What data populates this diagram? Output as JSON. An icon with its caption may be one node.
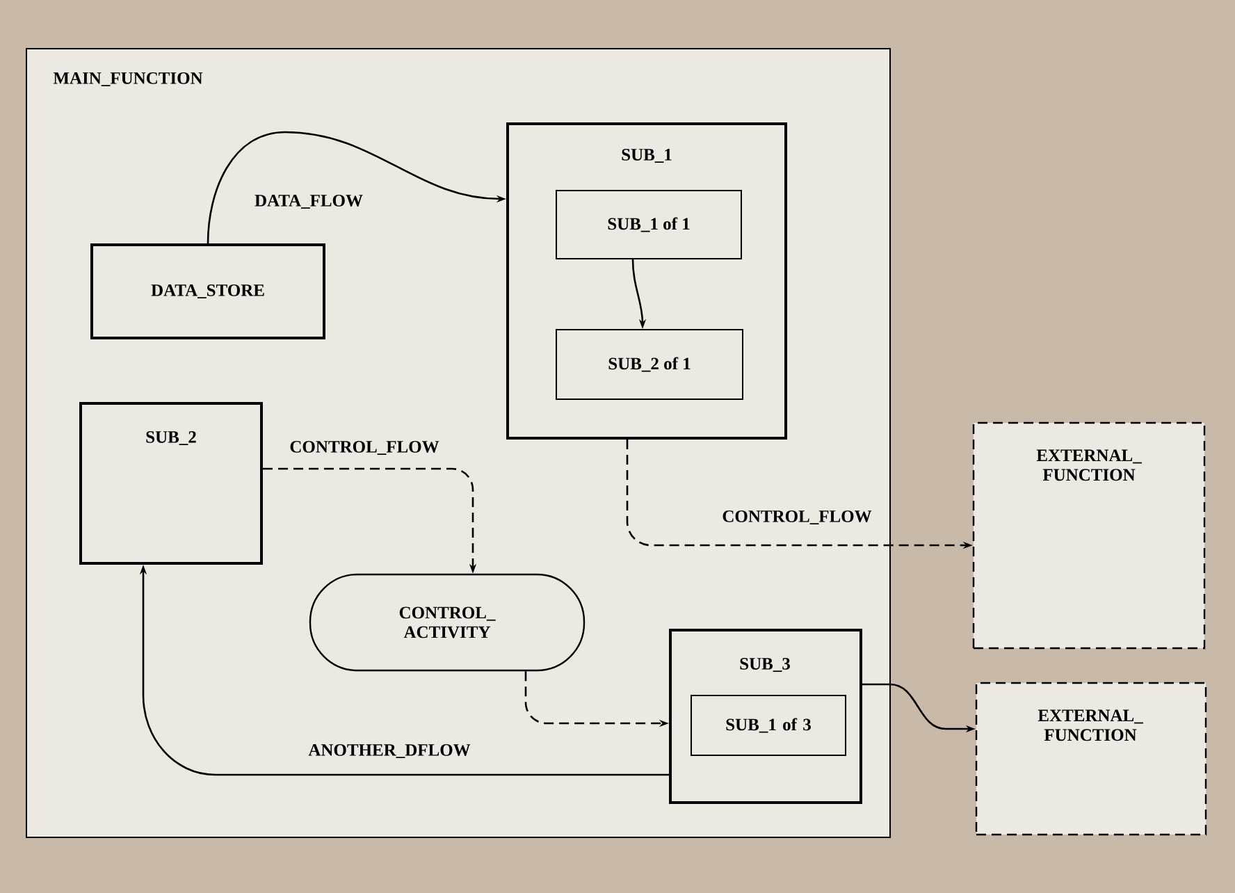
{
  "diagram": {
    "nodes": [
      {
        "text": [
          "MAIN_FUNCTION"
        ]
      },
      {
        "text": [
          "DATA_STORE"
        ],
        "in": 0
      },
      {
        "text": [
          "SUB_1"
        ],
        "in": 0
      },
      {
        "text": [
          "SUB_1 of 1"
        ],
        "in": 2
      },
      {
        "text": [
          "SUB_2 of 1"
        ],
        "in": 2
      },
      {
        "text": [
          "SUB_2"
        ],
        "in": 0
      },
      {
        "text": [
          "CONTROL_ ACTIVITY"
        ],
        "in": 0
      },
      {
        "text": [
          "SUB_3"
        ],
        "in": 0
      },
      {
        "text": [
          "SUB_1 of 3"
        ],
        "in": 7
      },
      {
        "text": [
          "EXTERNAL_ FUNCTION"
        ]
      },
      {
        "text": [
          "EXTERNAL_ FUNCTION"
        ]
      }
    ],
    "edges": [
      {
        "from": 1,
        "to": 2,
        "arrow": "to",
        "label": "DATA_FLOW"
      },
      {
        "from": 3,
        "to": 4,
        "arrow": "to"
      },
      {
        "from": 5,
        "to": 6,
        "arrow": "to",
        "label": "CONTROL_FLOW",
        "style": "dashed"
      },
      {
        "from": 2,
        "to": 9,
        "arrow": "to",
        "label": "CONTROL_FLOW",
        "style": "dashed"
      },
      {
        "from": 6,
        "to": 7,
        "arrow": "to",
        "style": "dashed"
      },
      {
        "from": 7,
        "to": 5,
        "arrow": "to",
        "label": "ANOTHER_DFLOW"
      },
      {
        "from": 7,
        "to": 10,
        "arrow": "to"
      }
    ]
  }
}
